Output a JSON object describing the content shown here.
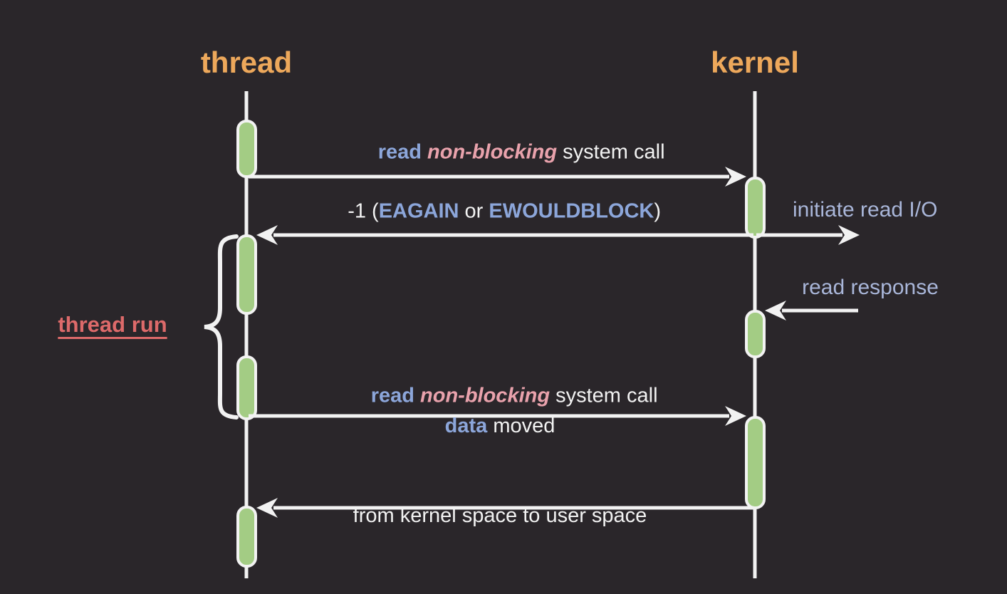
{
  "diagram": {
    "actors": {
      "left": "thread",
      "right": "kernel"
    },
    "messages": {
      "call1": {
        "part_read": "read ",
        "part_nonblocking": "non-blocking",
        "part_rest": " system call"
      },
      "return1": {
        "part_prefix": "-1 (",
        "part_eagain": "EAGAIN",
        "part_or": " or ",
        "part_ewouldblock": "EWOULDBLOCK",
        "part_suffix": ")"
      },
      "initiate_io": "initiate read I/O",
      "read_response": "read response",
      "call2": {
        "part_read": "read ",
        "part_nonblocking": "non-blocking",
        "part_rest": " system call"
      },
      "data_moved": {
        "part_data": "data",
        "part_moved": " moved",
        "line2": "from kernel space to user space"
      }
    },
    "annotations": {
      "thread_run": "thread run"
    },
    "colors": {
      "background": "#2a262a",
      "actor_orange": "#eda85b",
      "keyword_blue": "#8ca6da",
      "keyword_pink": "#e9a2ac",
      "side_lavender": "#a9b6d9",
      "annotation_red": "#dd6a6a",
      "line_white": "#f2f2f2",
      "activation_green": "#a3cc84"
    }
  }
}
